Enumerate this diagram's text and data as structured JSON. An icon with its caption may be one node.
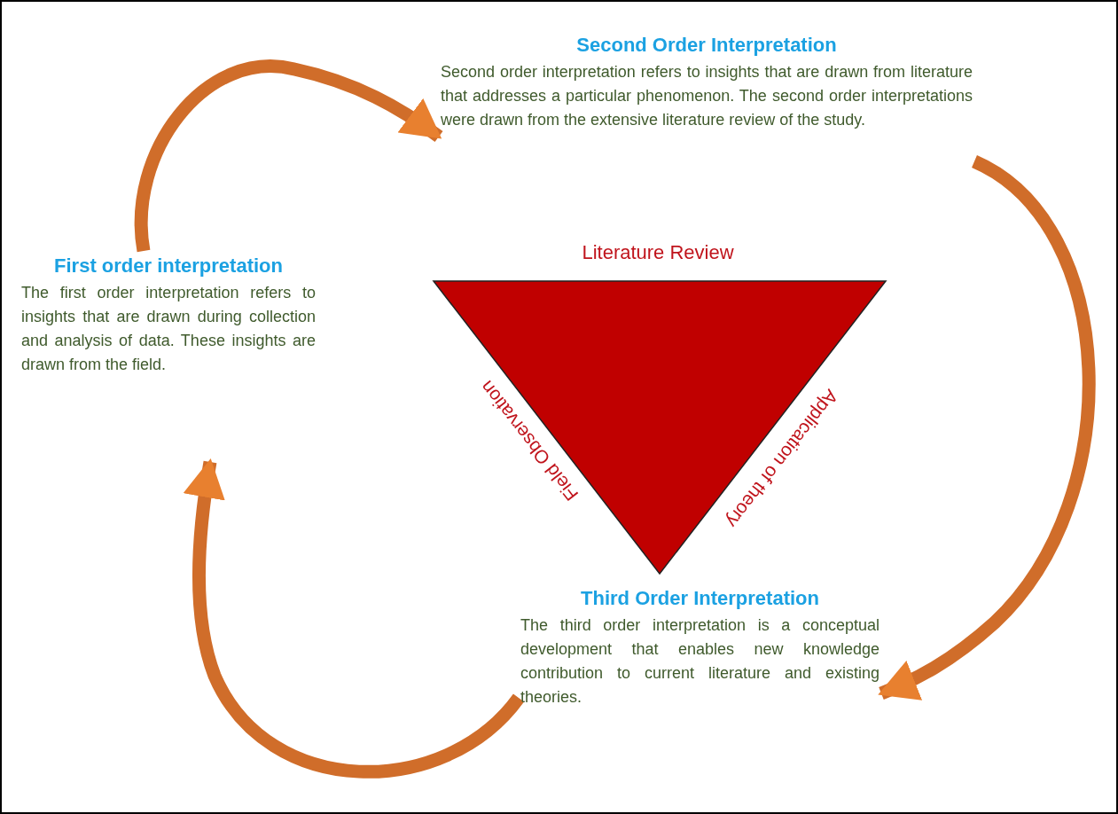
{
  "diagram": {
    "nodes": [
      {
        "text": [
          "First order interpretation",
          "The first order interpretation refers to insights that are drawn during collection and analysis of data. These insights are drawn from the field."
        ]
      },
      {
        "text": [
          "Second Order Interpretation",
          "Second order interpretation refers to insights that are drawn from literature that addresses a particular phenomenon. The second order interpretations were drawn from the extensive literature review of the study."
        ]
      },
      {
        "text": [
          "Third Order Interpretation",
          "The third order interpretation is a conceptual development that enables new knowledge contribution to current literature and existing theories."
        ]
      },
      {
        "text": [
          "Literature Review",
          "Field Observation",
          "Application of theory"
        ]
      }
    ],
    "edges": [
      {
        "from": 0,
        "to": 1,
        "arrow": "to"
      },
      {
        "from": 1,
        "to": 2,
        "arrow": "to"
      },
      {
        "from": 2,
        "to": 0,
        "arrow": "to"
      }
    ]
  }
}
